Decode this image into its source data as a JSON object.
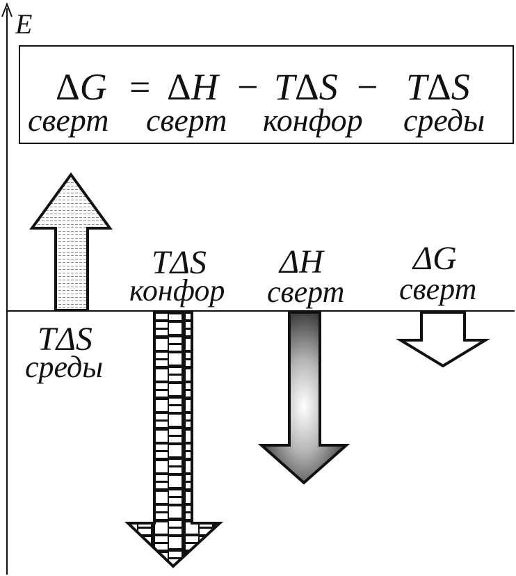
{
  "axis": {
    "label": "E"
  },
  "equation": {
    "delta": "Δ",
    "g": "G",
    "equals": "=",
    "h": "H",
    "minus1": "−",
    "t1": "T",
    "s1": "S",
    "minus2": "−",
    "t2": "T",
    "s2": "S",
    "sub_g": "сверт",
    "sub_h": "сверт",
    "sub_s1": "конфор",
    "sub_s2": "среды"
  },
  "arrows": {
    "env": {
      "main": "TΔS",
      "sub": "среды",
      "direction": "up"
    },
    "conf": {
      "main": "TΔS",
      "sub": "конфор",
      "direction": "down"
    },
    "dh": {
      "main": "ΔH",
      "sub": "сверт",
      "direction": "down"
    },
    "dg": {
      "main": "ΔG",
      "sub": "сверт",
      "direction": "down"
    }
  },
  "colors": {
    "line": "#111111",
    "gradient_dark": "#2a2a2a",
    "gradient_light": "#ffffff",
    "dotted_fill": "#777777"
  }
}
